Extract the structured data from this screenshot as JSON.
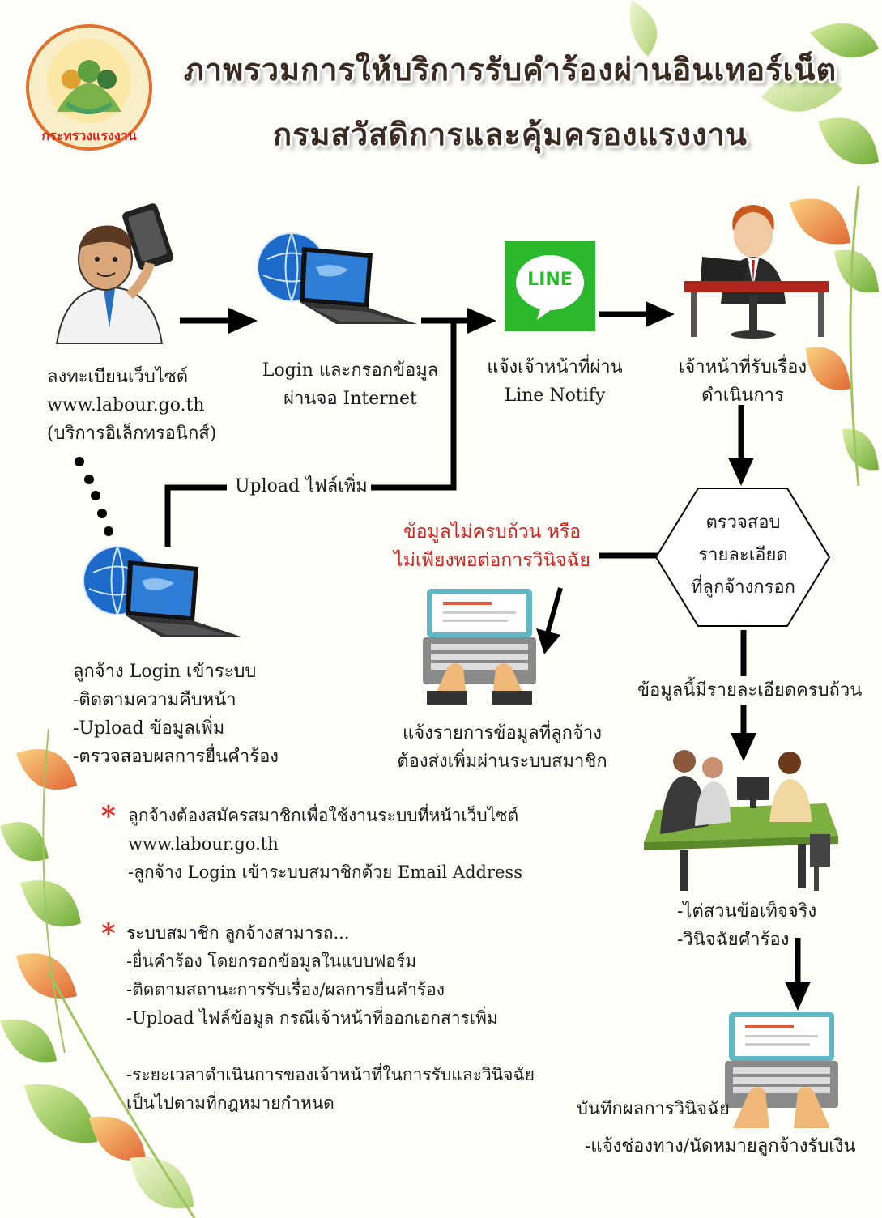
{
  "header": {
    "logo_text": "กระทรวงแรงงาน",
    "title_line1": "ภาพรวมการให้บริการรับคำร้องผ่านอินเทอร์เน็ต",
    "title_line2": "กรมสวัสดิการและคุ้มครองแรงงาน"
  },
  "steps": {
    "register": [
      "ลงทะเบียนเว็บไซต์",
      "www.labour.go.th",
      "(บริการอิเล็กทรอนิกส์)"
    ],
    "login": [
      "Login และกรอกข้อมูล",
      "ผ่านจอ Internet"
    ],
    "line_logo": "LINE",
    "line_notify": [
      "แจ้งเจ้าหน้าที่ผ่าน",
      "Line Notify"
    ],
    "officer": [
      "เจ้าหน้าที่รับเรื่อง",
      "ดำเนินการ"
    ],
    "upload_more": "Upload ไฟล์เพิ่ม",
    "check": [
      "ตรวจสอบ",
      "รายละเอียด",
      "ที่ลูกจ้างกรอก"
    ],
    "incomplete": [
      "ข้อมูลไม่ครบถ้วน หรือ",
      "ไม่เพียงพอต่อการวินิจฉัย"
    ],
    "employee_login": [
      "ลูกจ้าง Login เข้าระบบ",
      "-ติดตามความคืบหน้า",
      "-Upload ข้อมูลเพิ่ม",
      "-ตรวจสอบผลการยื่นคำร้อง"
    ],
    "notify_items": [
      "แจ้งรายการข้อมูลที่ลูกจ้าง",
      "ต้องส่งเพิ่มผ่านระบบสมาชิก"
    ],
    "complete": "ข้อมูลนี้มีรายละเอียดครบถ้วน",
    "investigate": [
      "-ไต่สวนข้อเท็จจริง",
      "-วินิจฉัยคำร้อง"
    ],
    "record": [
      "บันทึกผลการวินิจฉัย",
      "-แจ้งช่องทาง/นัดหมายลูกจ้างรับเงิน"
    ]
  },
  "notes": {
    "note1": [
      "ลูกจ้างต้องสมัครสมาชิกเพื่อใช้งานระบบที่หน้าเว็บไซต์",
      "www.labour.go.th",
      "-ลูกจ้าง Login เข้าระบบสมาชิกด้วย Email Address"
    ],
    "note2": [
      "ระบบสมาชิก ลูกจ้างสามารถ...",
      "-ยื่นคำร้อง โดยกรอกข้อมูลในแบบฟอร์ม",
      "-ติดตามสถานะการรับเรื่อง/ผลการยื่นคำร้อง",
      "-Upload ไฟล์ข้อมูล กรณีเจ้าหน้าที่ออกเอกสารเพิ่ม"
    ],
    "note3": [
      "-ระยะเวลาดำเนินการของเจ้าหน้าที่ในการรับและวินิจฉัย",
      "เป็นไปตามที่กฎหมายกำหนด"
    ]
  },
  "icons": [
    "ministry-seal-icon",
    "man-with-tablet-icon",
    "globe-laptop-icon",
    "line-app-icon",
    "officer-at-desk-icon",
    "typing-laptop-icon",
    "meeting-table-icon",
    "leaf-decoration-icon"
  ],
  "colors": {
    "title": "#3a2a20",
    "warning_text": "#d8201c",
    "line_green": "#2cb82c",
    "arrow": "#000000",
    "leaf_green": "#7fb53a",
    "leaf_orange": "#e8783a"
  }
}
